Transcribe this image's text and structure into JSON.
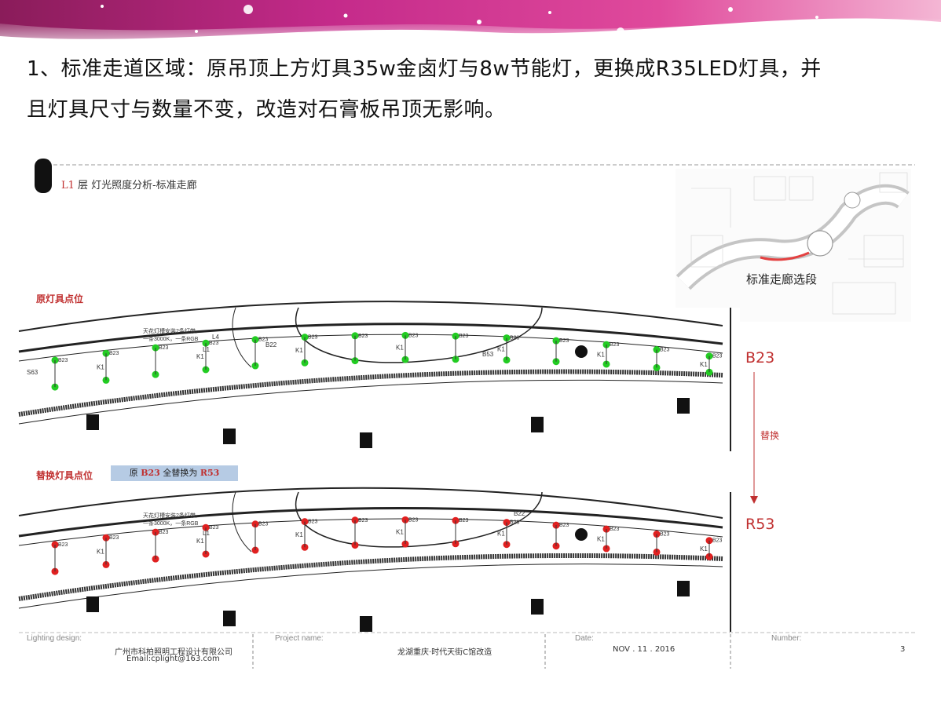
{
  "heading": {
    "line1": "1、标准走道区域：原吊顶上方灯具35w金卤灯与8w节能灯，更换成R35LED灯具，并",
    "line2": "且灯具尺寸与数量不变，改造对石膏板吊顶无影响。"
  },
  "sheet": {
    "level": "L1",
    "title": " 层  灯光照度分析-标准走廊",
    "key_plan_label": "标准走廊选段",
    "original_label": "原灯具点位",
    "replace_label": "替换灯具点位",
    "replace_note": {
      "prefix": "原 ",
      "from": "B23",
      "middle": " 全替换为 ",
      "to": "R53"
    },
    "tag_from": "B23",
    "tag_to": "R53",
    "arrow_text": "替换",
    "plan_note_line1": "天花灯槽安装2条灯带,",
    "plan_note_line2": "一条3000K，一条RGB",
    "plan_labels": {
      "l1": "L1",
      "l4": "L4",
      "b22": "B22",
      "b53": "B53",
      "k1": "K1",
      "b23": "B23",
      "s63": "S63",
      "r53": "R53"
    },
    "colors": {
      "original_fixture": "#22cc22",
      "replacement_fixture": "#e02020",
      "accent": "#c03030"
    }
  },
  "title_block": {
    "lighting_design_label": "Lighting design:",
    "company": "广州市科柏照明工程设计有限公司",
    "email": "Email:cplight@163.com",
    "project_label": "Project name:",
    "project": "龙湖重庆·时代天街C馆改造",
    "date_label": "Date:",
    "date": "NOV . 11 .  2016",
    "number_label": "Number:",
    "number": "3"
  }
}
